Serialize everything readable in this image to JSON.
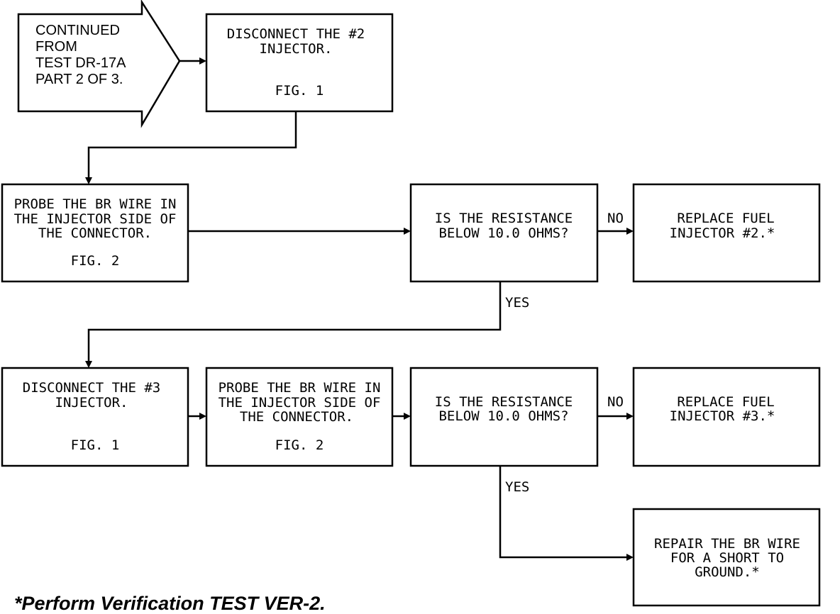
{
  "start_arrow": {
    "lines": [
      "CONTINUED",
      "FROM",
      "TEST DR-17A",
      "PART 2 OF 3."
    ]
  },
  "steps": {
    "disconnect_2": {
      "lines": [
        "DISCONNECT THE #2",
        "INJECTOR."
      ],
      "fig": "FIG. 1"
    },
    "probe_1": {
      "lines": [
        "PROBE THE BR WIRE IN",
        "THE INJECTOR SIDE OF",
        "THE CONNECTOR."
      ],
      "fig": "FIG. 2"
    },
    "decision_1": {
      "lines": [
        "IS THE RESISTANCE",
        "BELOW 10.0 OHMS?"
      ]
    },
    "replace_2": {
      "lines": [
        "REPLACE FUEL",
        "INJECTOR #2.*"
      ]
    },
    "disconnect_3": {
      "lines": [
        "DISCONNECT THE #3",
        "INJECTOR."
      ],
      "fig": "FIG. 1"
    },
    "probe_2": {
      "lines": [
        "PROBE THE BR WIRE IN",
        "THE INJECTOR SIDE OF",
        "THE CONNECTOR."
      ],
      "fig": "FIG. 2"
    },
    "decision_2": {
      "lines": [
        "IS THE RESISTANCE",
        "BELOW 10.0 OHMS?"
      ]
    },
    "replace_3": {
      "lines": [
        "REPLACE FUEL",
        "INJECTOR #3.*"
      ]
    },
    "repair": {
      "lines": [
        "REPAIR THE BR WIRE",
        "FOR A SHORT TO",
        "GROUND.*"
      ]
    }
  },
  "edge_labels": {
    "no_1": "NO",
    "yes_1": "YES",
    "no_2": "NO",
    "yes_2": "YES"
  },
  "footnote": "*Perform Verification TEST VER-2."
}
